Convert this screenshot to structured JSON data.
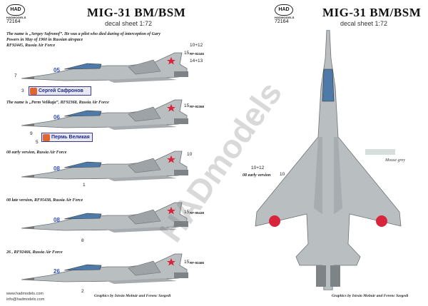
{
  "brand": {
    "logo": "HAD",
    "sub": "HADMODELS",
    "code": "72164"
  },
  "title": "MIG-31 BM/BSM",
  "subtitle": "decal sheet 1:72",
  "profiles": [
    {
      "caption": "The name is „Sergey Safronof”. He was a pilot who died during of interception of Gary Powers in May of 1960 in Russian airspace",
      "caption2": "RF92445, Russia Air Force",
      "nose": "05",
      "rf": "RF-92445",
      "callouts": [
        "10+12",
        "15",
        "14+13",
        "7",
        "3"
      ],
      "banner": "Сергей Сафронов"
    },
    {
      "caption": "The name is „Perm Velikaja”, RF92368, Russia Air Force",
      "nose": "06",
      "rf": "RF-92368",
      "callouts": [
        "15",
        "9",
        "5"
      ],
      "banner": "Пермь Великая"
    },
    {
      "caption": "08 early version, Russia Air Force",
      "nose": "08",
      "callouts": [
        "10",
        "1"
      ]
    },
    {
      "caption": "08 late version, RF95438, Russia Air Force",
      "nose": "08",
      "rf": "RF-95438",
      "callouts": [
        "15",
        "8"
      ]
    },
    {
      "caption": "26 , RF92466, Russia Air Force",
      "nose": "26",
      "rf": "RF-92466",
      "callouts": [
        "15",
        "2"
      ]
    }
  ],
  "plan": {
    "callout_a": "10+12",
    "callout_b": "08 early version",
    "callout_c": "10"
  },
  "legend": {
    "label": "Mouse grey",
    "color": "#d7dfdd"
  },
  "watermark": "HADmodels",
  "footer": {
    "url": "www.hadmodels.com",
    "email": "info@hadmodels.com"
  },
  "credit": "Graphics by István Molnár and Ferenc Szegedi",
  "colors": {
    "grey": "#b9bec0",
    "dark": "#7d8386",
    "canopy": "#4d7aa8",
    "red": "#d8253b",
    "blue": "#2f4fd0"
  }
}
